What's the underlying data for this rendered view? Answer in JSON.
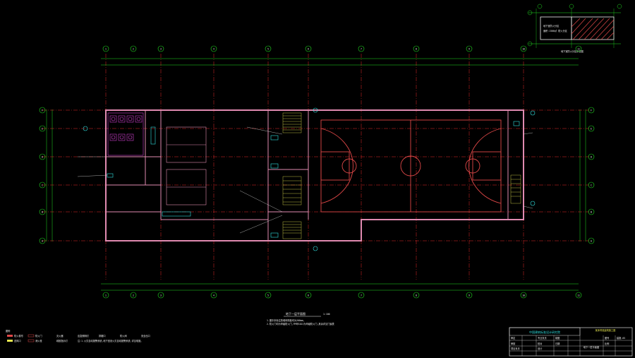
{
  "colors": {
    "background": "#000000",
    "wall": "#e08ab0",
    "axis": "#ff3030",
    "dimension": "#22dd22",
    "text_yellow": "#e8e850",
    "text_white": "#f0f0f0",
    "cyan": "#30e0e0",
    "magenta": "#d040d0",
    "court": "#e04848",
    "frame": "#d8d8d8"
  },
  "grid": {
    "columns": [
      "1",
      "2",
      "3",
      "4",
      "5",
      "6",
      "7",
      "8",
      "9",
      "10",
      "11"
    ],
    "rows": [
      "F",
      "E",
      "D",
      "C",
      "B",
      "A"
    ]
  },
  "drawing": {
    "title": "地下一层平面图",
    "scale": "1:100",
    "notes": [
      "1.图中未标注的墙体厚度均为200mm,",
      "2.防火门均为甲级防火门,FM甲1021为甲级防火门,其余详见门窗表"
    ]
  },
  "key_plan": {
    "label_1": "地下室防火分区",
    "label_2": "面积:1500㎡ 防火分区",
    "caption": "地下室防火分区示意图"
  },
  "legend": {
    "title": "图例",
    "items": [
      "防火卷帘",
      "送风口",
      "防火门",
      "消火栓",
      "灭火器",
      "疏散指示灯",
      "应急照明灯",
      "排烟口",
      "防火阀",
      "安全出口"
    ],
    "note": "注:1.火灾自动报警系统,地下室设火灾自动报警系统,详见电施。"
  },
  "title_block": {
    "institute": "中国建筑标准设计研究院",
    "project": "某体育馆建筑施工图",
    "sheet_title": "地下一层平面图",
    "drawing_no": "建施-05",
    "fields": [
      "审定",
      "审核",
      "项目负责",
      "专业负责",
      "校对",
      "设计",
      "制图",
      "日期",
      "图号",
      "比例"
    ]
  }
}
